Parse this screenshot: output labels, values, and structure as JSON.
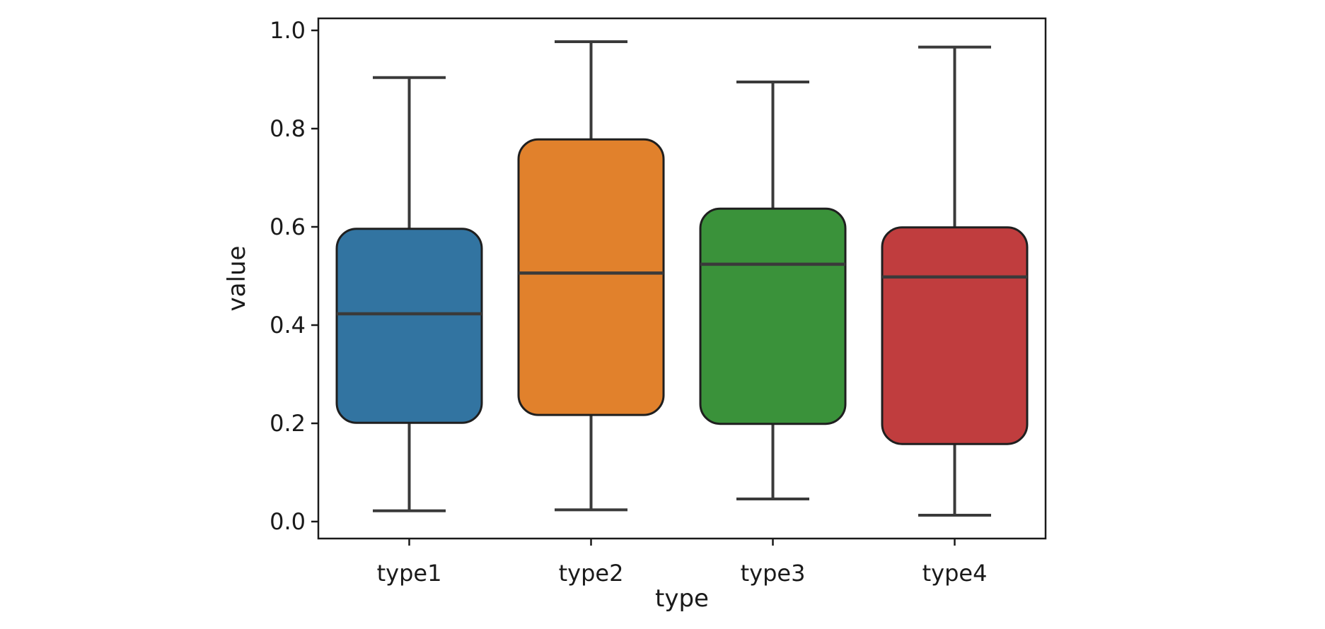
{
  "chart_data": {
    "type": "box",
    "title": "",
    "xlabel": "type",
    "ylabel": "value",
    "categories": [
      "type1",
      "type2",
      "type3",
      "type4"
    ],
    "yticks": [
      0.0,
      0.2,
      0.4,
      0.6,
      0.8,
      1.0
    ],
    "ytick_labels": [
      "0.0",
      "0.2",
      "0.4",
      "0.6",
      "0.8",
      "1.0"
    ],
    "ylim_shown": [
      -0.035,
      1.024
    ],
    "grid": false,
    "legend": null,
    "orientation": "vertical",
    "series": [
      {
        "category": "type1",
        "color": "#3274a1",
        "whisker_low": 0.022,
        "q1": 0.201,
        "median": 0.423,
        "q3": 0.596,
        "whisker_high": 0.904
      },
      {
        "category": "type2",
        "color": "#e1812c",
        "whisker_low": 0.024,
        "q1": 0.217,
        "median": 0.506,
        "q3": 0.778,
        "whisker_high": 0.977
      },
      {
        "category": "type3",
        "color": "#3a923a",
        "whisker_low": 0.046,
        "q1": 0.199,
        "median": 0.524,
        "q3": 0.637,
        "whisker_high": 0.895
      },
      {
        "category": "type4",
        "color": "#c03d3e",
        "whisker_low": 0.013,
        "q1": 0.158,
        "median": 0.498,
        "q3": 0.599,
        "whisker_high": 0.966
      }
    ],
    "colors": {
      "whisker_line": "#3a3a3a",
      "median_line": "#3a3a3a",
      "box_edge": "#1f1f1f",
      "spine": "#1a1a1a",
      "text": "#1a1a1a",
      "background": "#ffffff"
    }
  }
}
